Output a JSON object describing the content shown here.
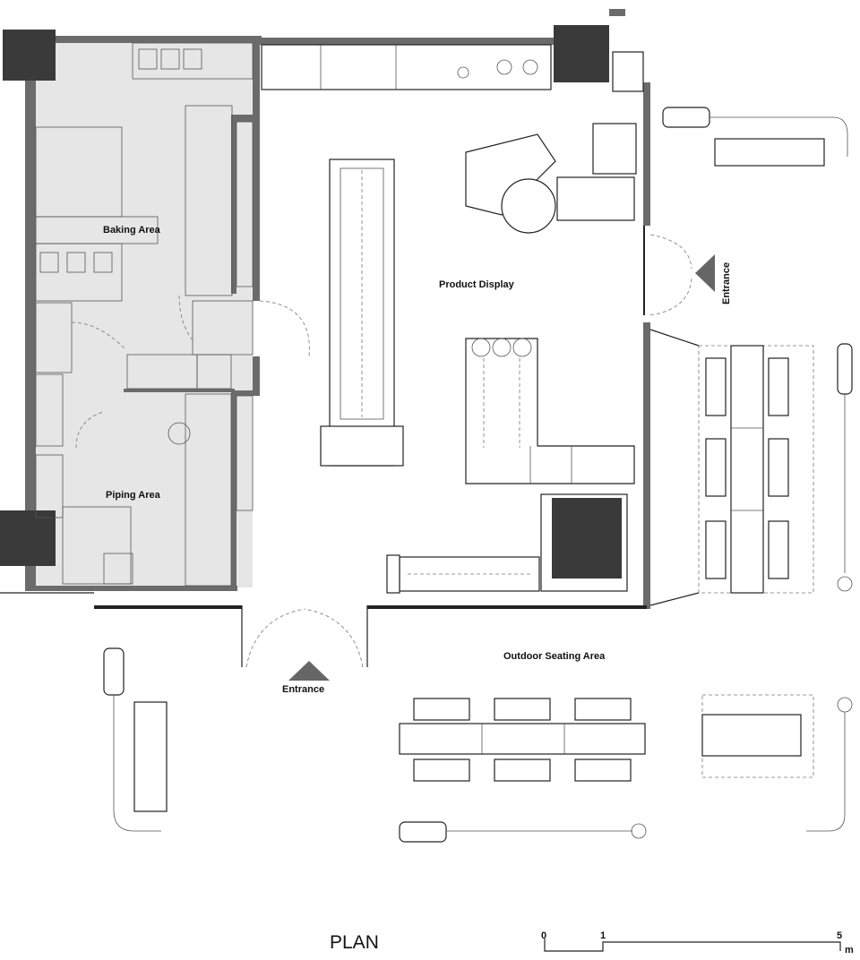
{
  "title": "PLAN",
  "rooms": {
    "baking": "Baking Area",
    "piping": "Piping Area",
    "product_display": "Product Display",
    "outdoor_seating": "Outdoor Seating Area"
  },
  "entrances": {
    "front": "Entrance",
    "side": "Entrance"
  },
  "scale_bar": {
    "ticks": [
      "0",
      "1",
      "5"
    ],
    "unit": "m"
  },
  "colors": {
    "kitchen_floor": "#e6e6e6",
    "wall": "#6b6b6b",
    "column": "#3a3a3a"
  }
}
